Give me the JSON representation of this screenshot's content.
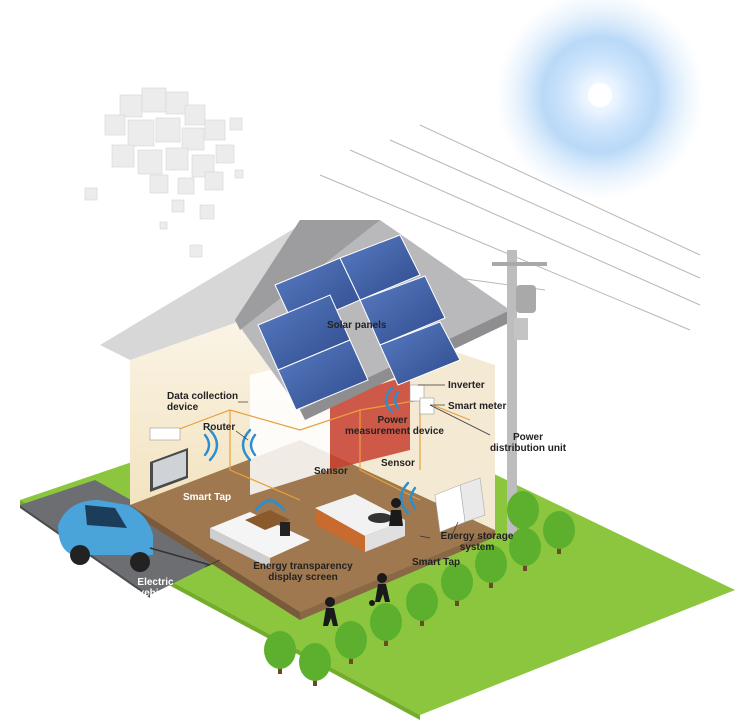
{
  "labels": {
    "solar_panels": "Solar panels",
    "inverter": "Inverter",
    "smart_meter": "Smart meter",
    "data_collection_l1": "Data collection",
    "data_collection_l2": "device",
    "router": "Router",
    "power_measurement_l1": "Power",
    "power_measurement_l2": "measurement device",
    "power_distribution_l1": "Power",
    "power_distribution_l2": "distribution unit",
    "sensor_left": "Sensor",
    "sensor_right": "Sensor",
    "smart_tap_left": "Smart Tap",
    "smart_tap_right": "Smart Tap",
    "energy_storage_l1": "Energy storage",
    "energy_storage_l2": "system",
    "energy_display_l1": "Energy transparency",
    "energy_display_l2": "display screen",
    "electric_vehicle_l1": "Electric",
    "electric_vehicle_l2": "vehicle"
  },
  "colors": {
    "lawn": "#8cc63f",
    "lawn_dark": "#74ad2c",
    "driveway": "#6d6e71",
    "roof": "#b9b9bb",
    "solar_panel": "#3f5fa6",
    "floor": "#a0784f",
    "car": "#4aa3d9",
    "tree": "#5cb02e",
    "wifi": "#2b8ed0",
    "wiring": "#e8a03c"
  }
}
